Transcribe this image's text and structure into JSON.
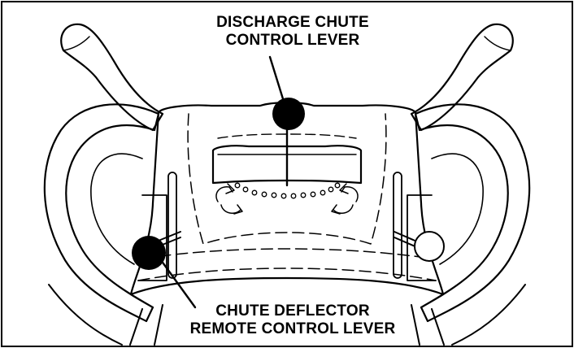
{
  "diagram": {
    "callouts": {
      "discharge_chute": {
        "line1": "DISCHARGE CHUTE",
        "line2": "CONTROL LEVER"
      },
      "chute_deflector": {
        "line1": "CHUTE DEFLECTOR",
        "line2": "REMOTE CONTROL LEVER"
      }
    },
    "colors": {
      "ink": "#000000",
      "paper": "#ffffff"
    }
  }
}
